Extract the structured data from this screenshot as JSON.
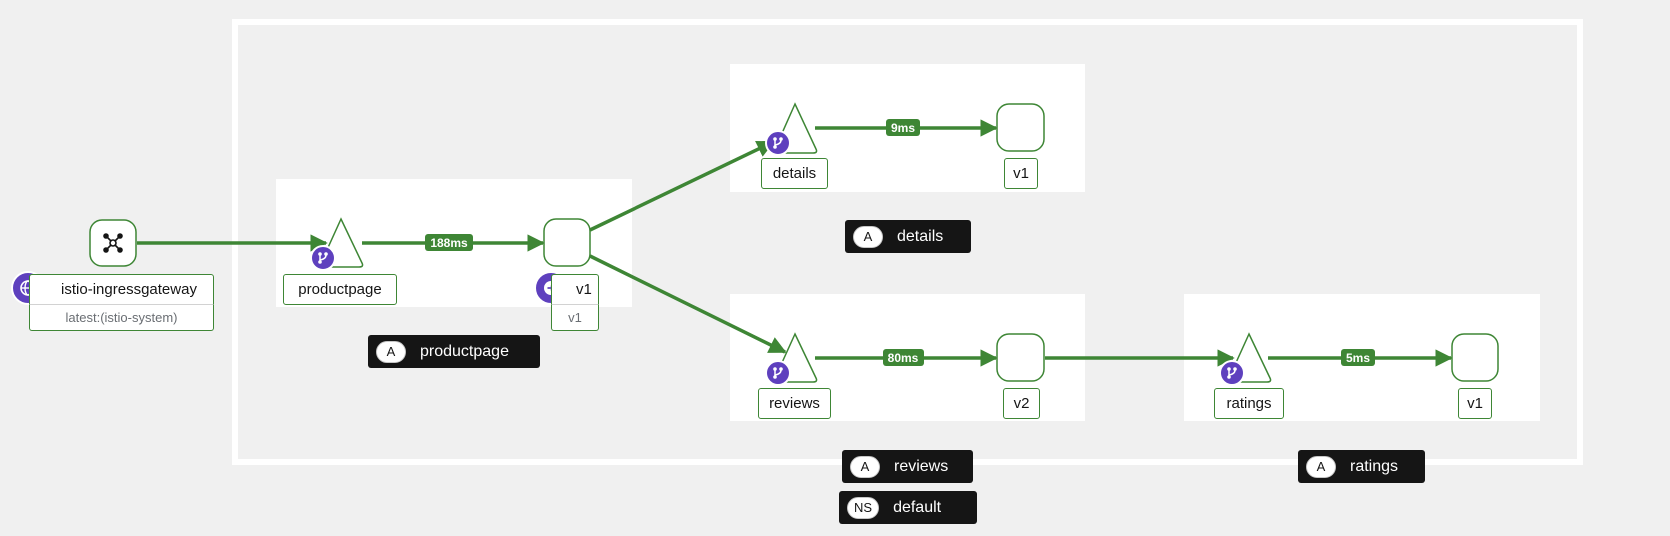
{
  "colors": {
    "edge": "#3e8635",
    "node_border": "#3e8635",
    "badge": "#5e40be",
    "group_label_bg": "#151515",
    "canvas": "#f0f0f0"
  },
  "nodes": {
    "gateway": {
      "name": "istio-ingressgateway",
      "sub": "latest:(istio-system)",
      "icon": "network-hub-icon",
      "badge_icon": "globe-icon"
    },
    "productpage": {
      "name": "productpage",
      "badge_icon": "branch-icon"
    },
    "productpage_v1": {
      "name": "v1",
      "sub": "v1",
      "badge_icon": "arrow-circle-right-icon"
    },
    "details": {
      "name": "details",
      "badge_icon": "branch-icon"
    },
    "details_v1": {
      "name": "v1"
    },
    "reviews": {
      "name": "reviews",
      "badge_icon": "branch-icon"
    },
    "reviews_v2": {
      "name": "v2"
    },
    "ratings": {
      "name": "ratings",
      "badge_icon": "branch-icon"
    },
    "ratings_v1": {
      "name": "v1"
    }
  },
  "edges": {
    "productpage_to_v1": "188ms",
    "details_to_v1": "9ms",
    "reviews_to_v2": "80ms",
    "ratings_to_v1": "5ms"
  },
  "groups": {
    "productpage": {
      "tag": "A",
      "name": "productpage"
    },
    "details": {
      "tag": "A",
      "name": "details"
    },
    "reviews": {
      "tag": "A",
      "name": "reviews"
    },
    "ratings": {
      "tag": "A",
      "name": "ratings"
    },
    "namespace": {
      "tag": "NS",
      "name": "default"
    }
  }
}
